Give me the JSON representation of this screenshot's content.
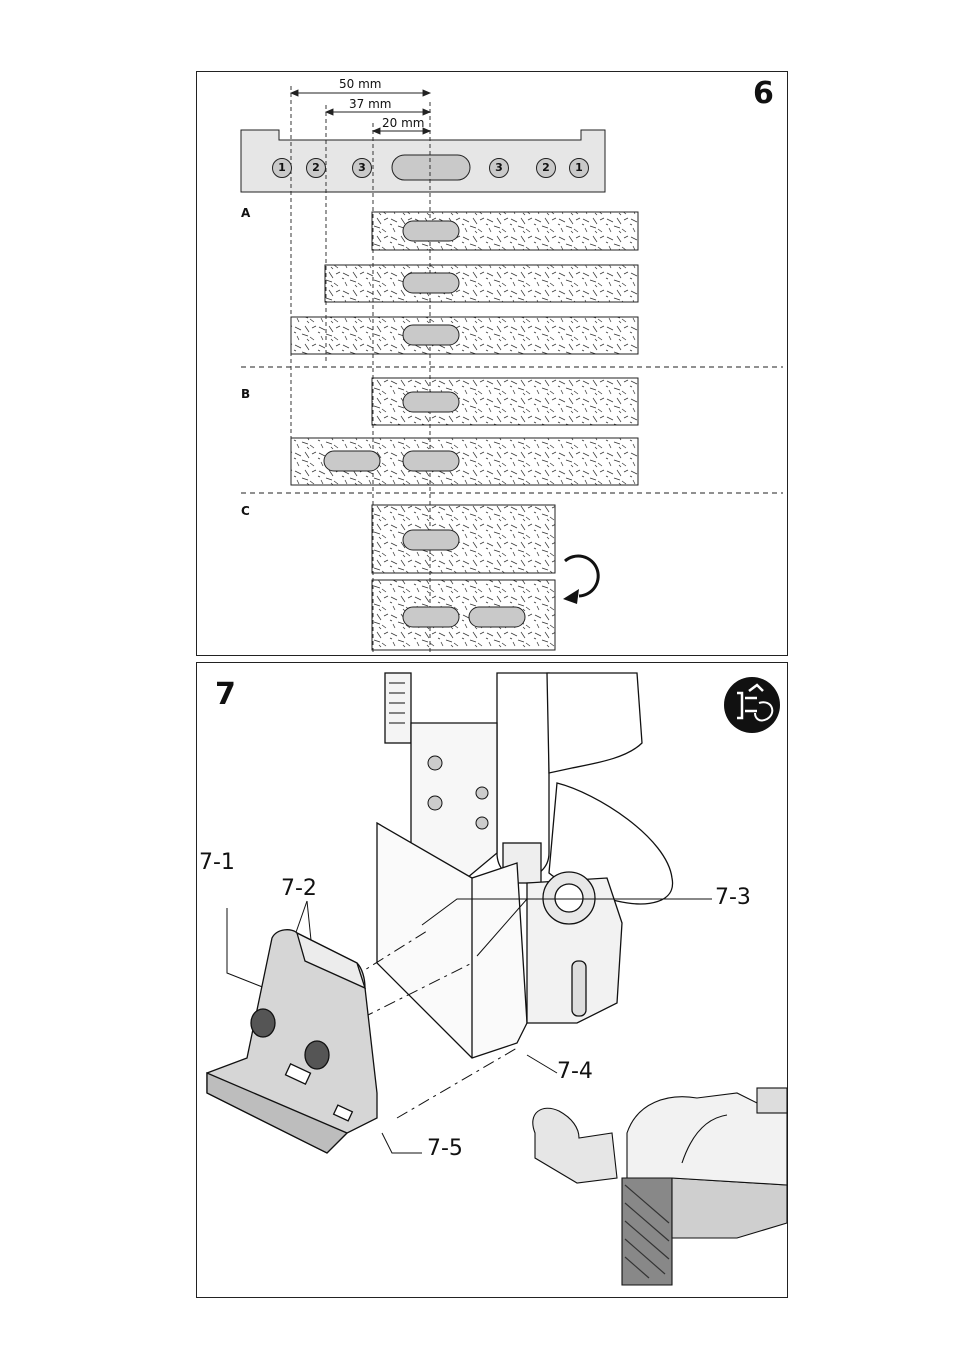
{
  "figure6": {
    "number": "6",
    "dimensions": [
      "50 mm",
      "37 mm",
      "20 mm"
    ],
    "scale_positions": [
      "1",
      "2",
      "3",
      "3",
      "2",
      "1"
    ],
    "sections": [
      "A",
      "B",
      "C"
    ]
  },
  "figure7": {
    "number": "7",
    "callouts": [
      "7-1",
      "7-2",
      "7-3",
      "7-4",
      "7-5"
    ],
    "icon": "unplug-power-icon"
  }
}
